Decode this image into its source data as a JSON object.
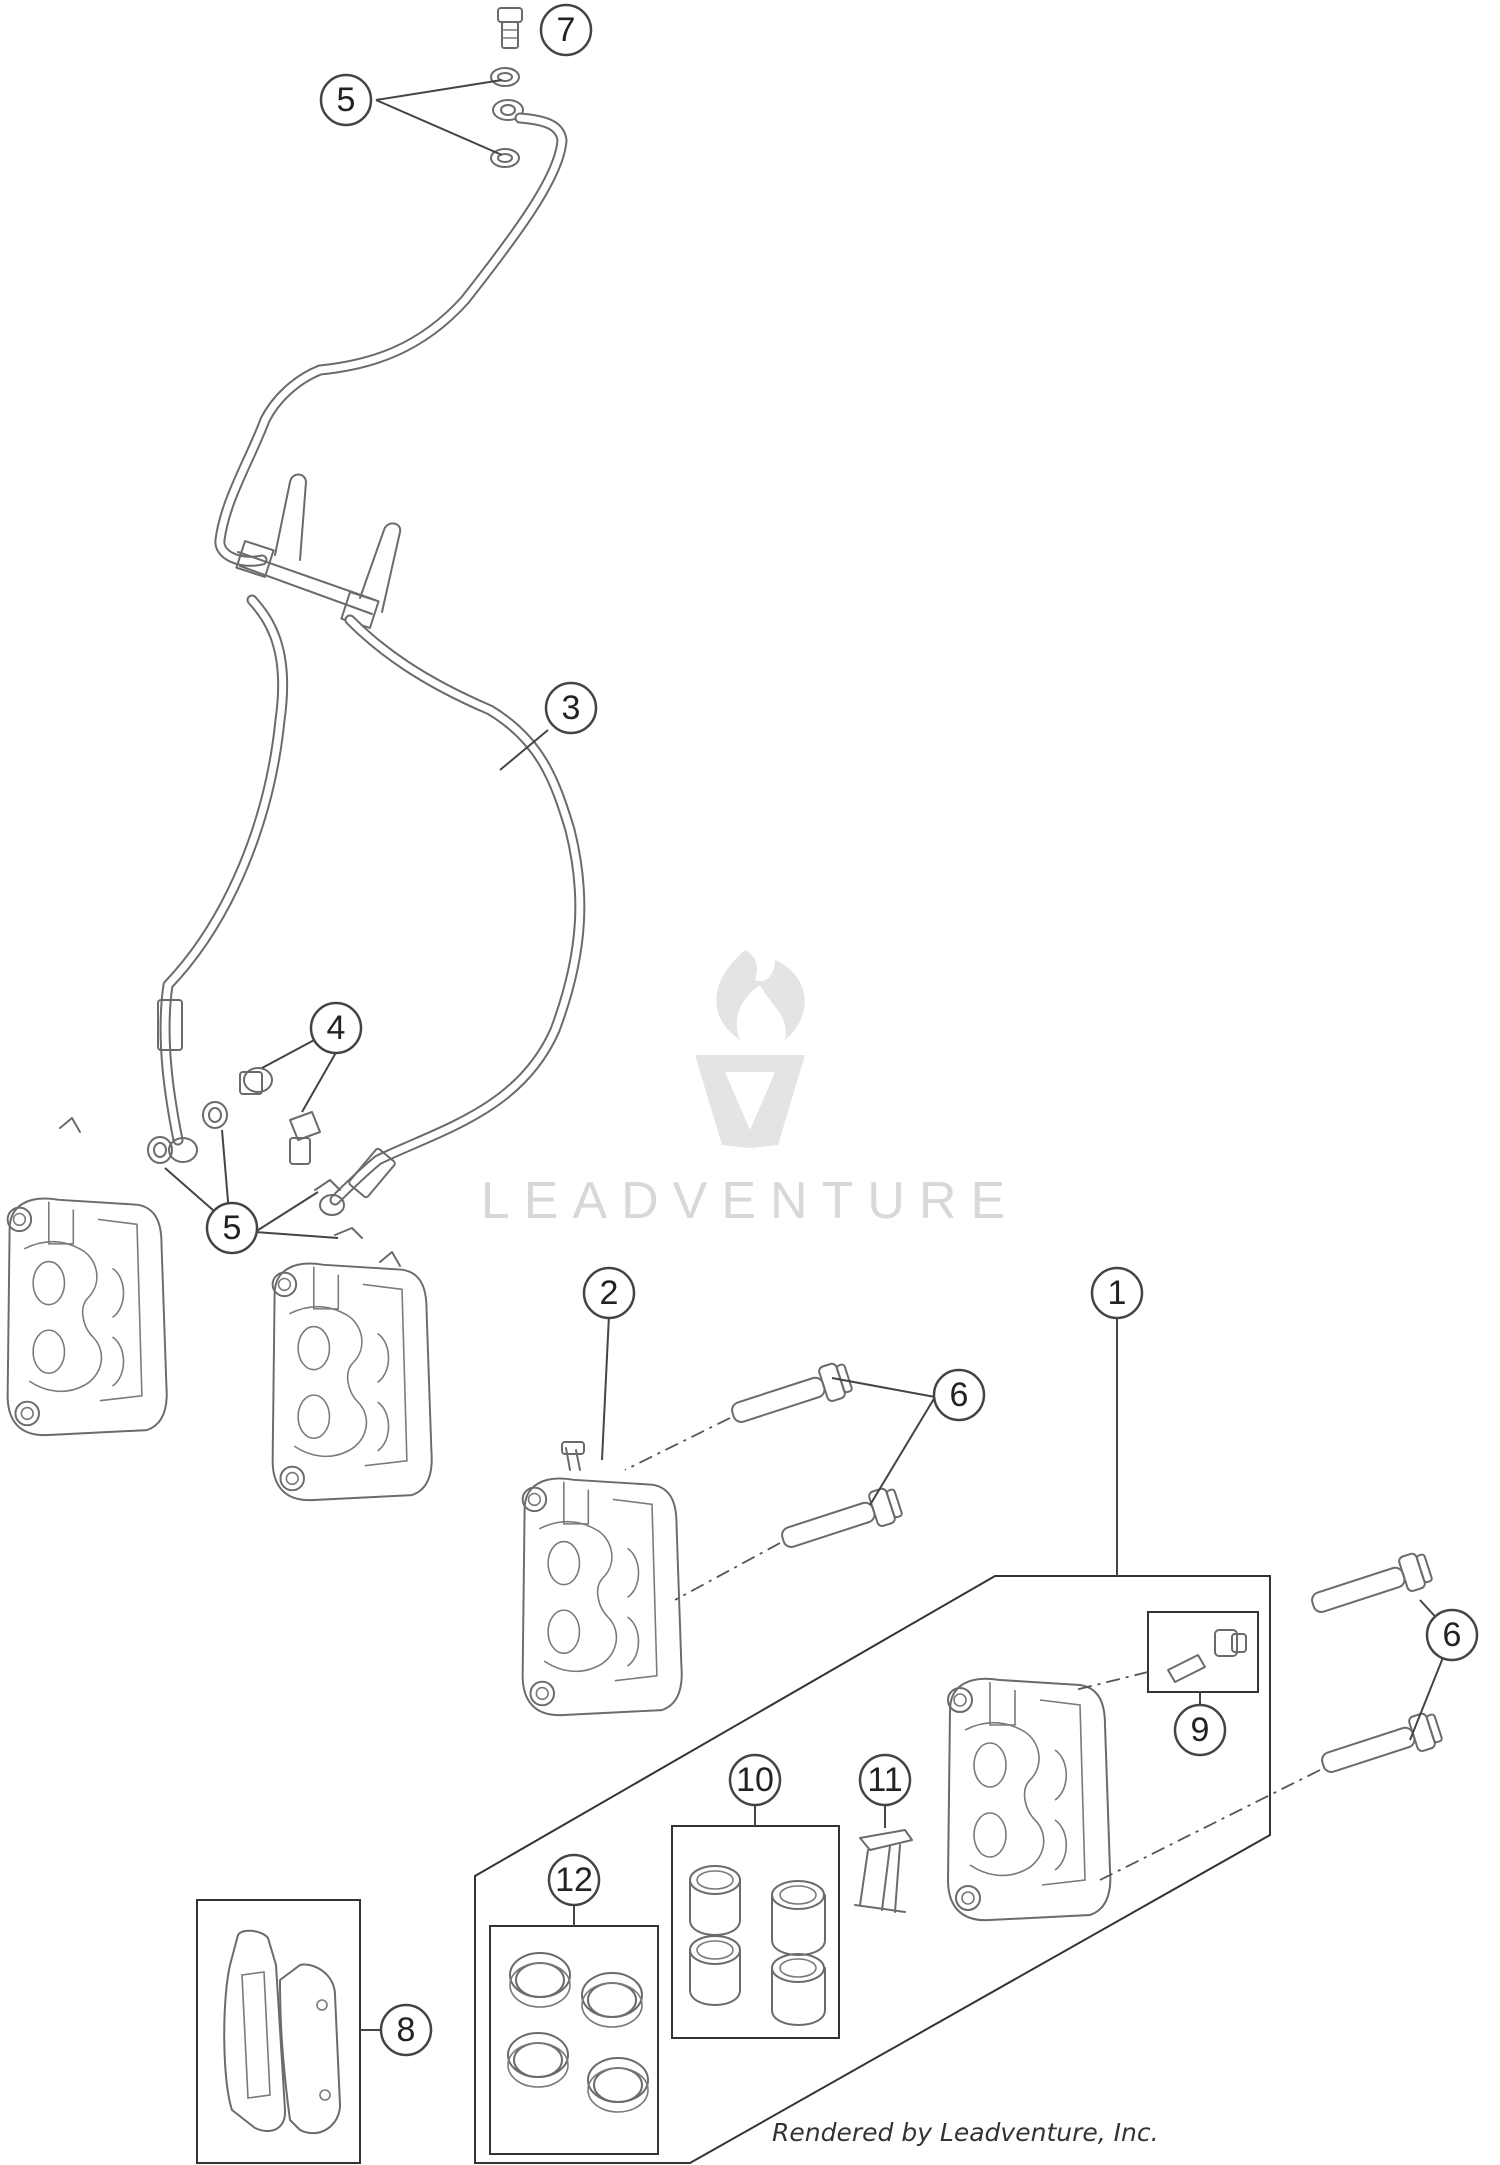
{
  "callouts": [
    {
      "id": "c7",
      "label": "7"
    },
    {
      "id": "c5a",
      "label": "5"
    },
    {
      "id": "c3",
      "label": "3"
    },
    {
      "id": "c4",
      "label": "4"
    },
    {
      "id": "c5b",
      "label": "5"
    },
    {
      "id": "c2",
      "label": "2"
    },
    {
      "id": "c1",
      "label": "1"
    },
    {
      "id": "c6a",
      "label": "6"
    },
    {
      "id": "c6b",
      "label": "6"
    },
    {
      "id": "c9",
      "label": "9"
    },
    {
      "id": "c10",
      "label": "10"
    },
    {
      "id": "c11",
      "label": "11"
    },
    {
      "id": "c12",
      "label": "12"
    },
    {
      "id": "c8",
      "label": "8"
    }
  ],
  "watermark": {
    "text": "LEADVENTURE"
  },
  "credit": {
    "text": "Rendered by Leadventure, Inc."
  }
}
